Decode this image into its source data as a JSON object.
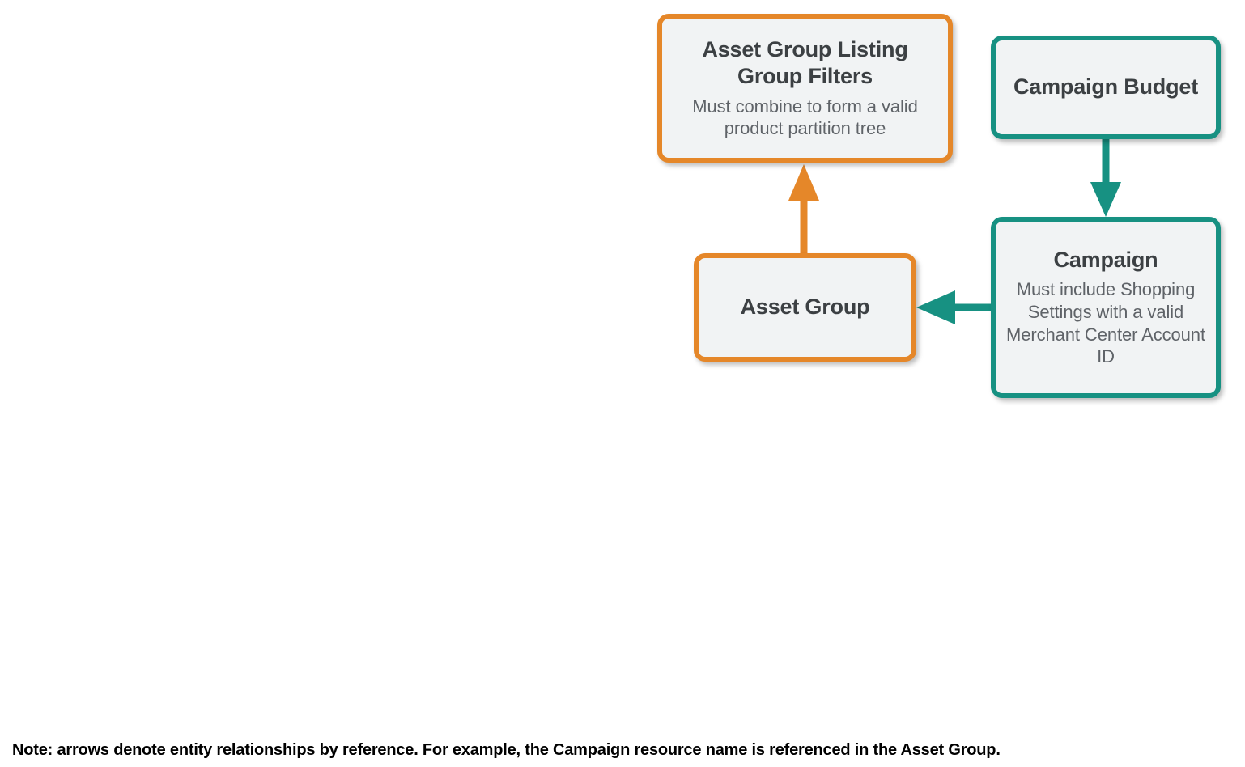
{
  "diagram": {
    "colors": {
      "orange": "#e58729",
      "teal": "#179182",
      "box_fill": "#f1f3f4",
      "title_text": "#3c4043",
      "body_text": "#5f6368",
      "footnote_text": "#000000",
      "background": "#ffffff"
    },
    "nodes": [
      {
        "id": "asset-group-listing-group-filters",
        "title": "Asset Group Listing Group Filters",
        "description": "Must combine to form a valid product partition tree",
        "accent": "orange"
      },
      {
        "id": "campaign-budget",
        "title": "Campaign Budget",
        "description": "",
        "accent": "teal"
      },
      {
        "id": "asset-group",
        "title": "Asset Group",
        "description": "",
        "accent": "orange"
      },
      {
        "id": "campaign",
        "title": "Campaign",
        "description": "Must include Shopping Settings with a valid Merchant Center Account ID",
        "accent": "teal"
      }
    ],
    "edges": [
      {
        "id": "asset-group-to-listing-group-filters",
        "from": "asset-group",
        "to": "asset-group-listing-group-filters",
        "direction": "up",
        "color": "orange"
      },
      {
        "id": "campaign-budget-to-campaign",
        "from": "campaign-budget",
        "to": "campaign",
        "direction": "down",
        "color": "teal"
      },
      {
        "id": "campaign-to-asset-group",
        "from": "campaign",
        "to": "asset-group",
        "direction": "left",
        "color": "teal"
      }
    ],
    "footnote": "Note: arrows denote entity relationships by reference. For example, the Campaign resource name is referenced in the Asset Group."
  }
}
